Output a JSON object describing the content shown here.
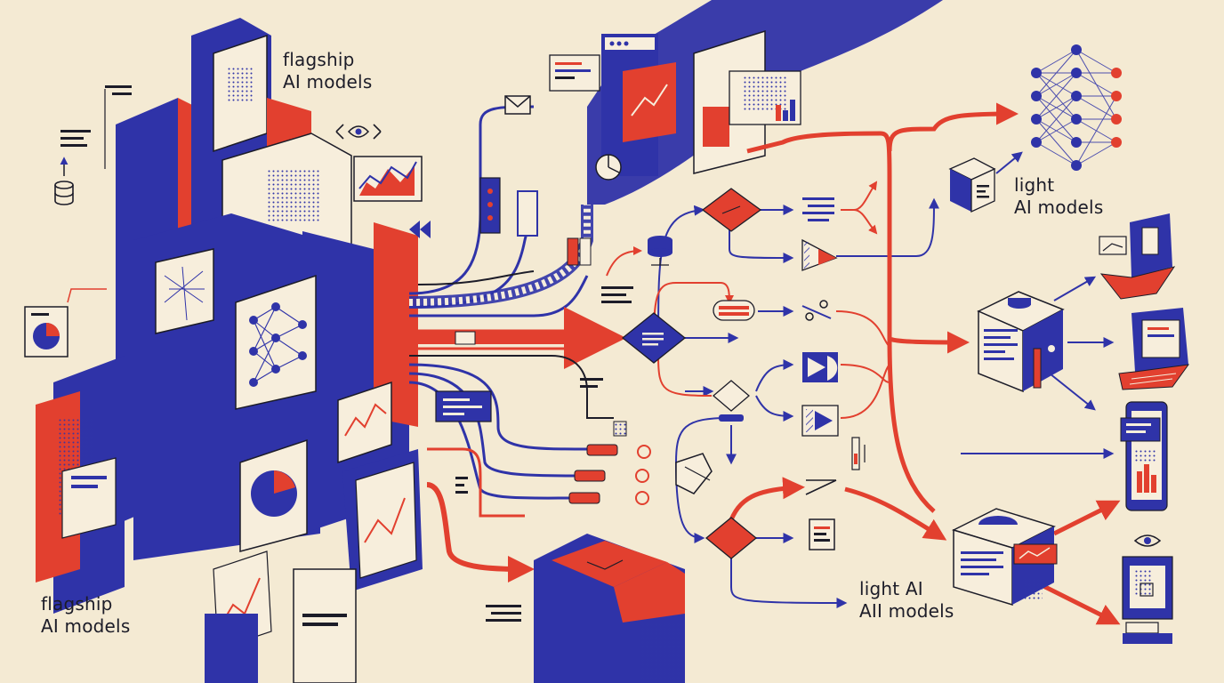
{
  "labels": {
    "flagship_top": {
      "line1": "flagship",
      "line2": "AI models"
    },
    "flagship_bottom": {
      "line1": "flagship",
      "line2": "AI models"
    },
    "light_top": {
      "line1": "light",
      "line2": "AI models"
    },
    "light_bottom": {
      "line1": "light AI",
      "line2": "AII models"
    }
  },
  "palette": {
    "background": "#f4ead3",
    "blue": "#2f33a8",
    "red": "#e2402f",
    "ink": "#1c1c28",
    "paper": "#f7eedc"
  },
  "icons": [
    "server-tower-icon",
    "neural-network-icon",
    "database-icon",
    "pie-chart-icon",
    "area-chart-icon",
    "diamond-decision-icon",
    "envelope-icon",
    "browser-window-icon",
    "cube-icon",
    "laptop-icon",
    "smartphone-icon",
    "monitor-icon",
    "eye-icon",
    "document-icon"
  ]
}
